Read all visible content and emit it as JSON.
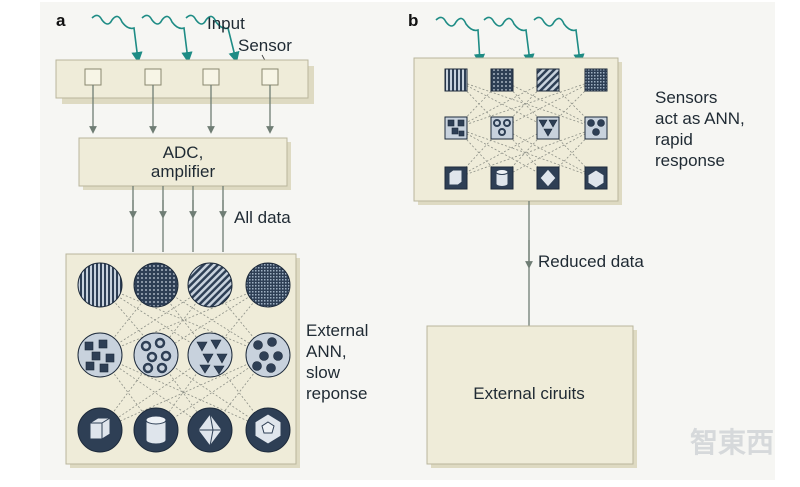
{
  "panels": {
    "a": "a",
    "b": "b"
  },
  "a": {
    "input_label": "Input",
    "sensor_label": "Sensor",
    "adc_lines": [
      "ADC,",
      "amplifier"
    ],
    "all_data_label": "All data",
    "ann_lines": [
      "External",
      "ANN,",
      "slow",
      "reponse"
    ]
  },
  "b": {
    "sensors_lines": [
      "Sensors",
      "act as ANN,",
      "rapid",
      "response"
    ],
    "reduced_label": "Reduced data",
    "circuits_label": "External ciruits"
  },
  "watermark": "智東西",
  "icons": {
    "row1": [
      "vertical-stripes-icon",
      "dot-grid-icon",
      "diagonal-stripes-icon",
      "fine-grid-icon"
    ],
    "row2": [
      "squares-pattern-icon",
      "circles-pattern-icon",
      "triangles-pattern-icon",
      "pentagons-pattern-icon"
    ],
    "row3": [
      "cube-icon",
      "cylinder-icon",
      "octahedron-icon",
      "dodecahedron-icon"
    ]
  },
  "colors": {
    "box": "#efecd9",
    "wave": "#1e8c85",
    "tile": "#2e3f55"
  }
}
